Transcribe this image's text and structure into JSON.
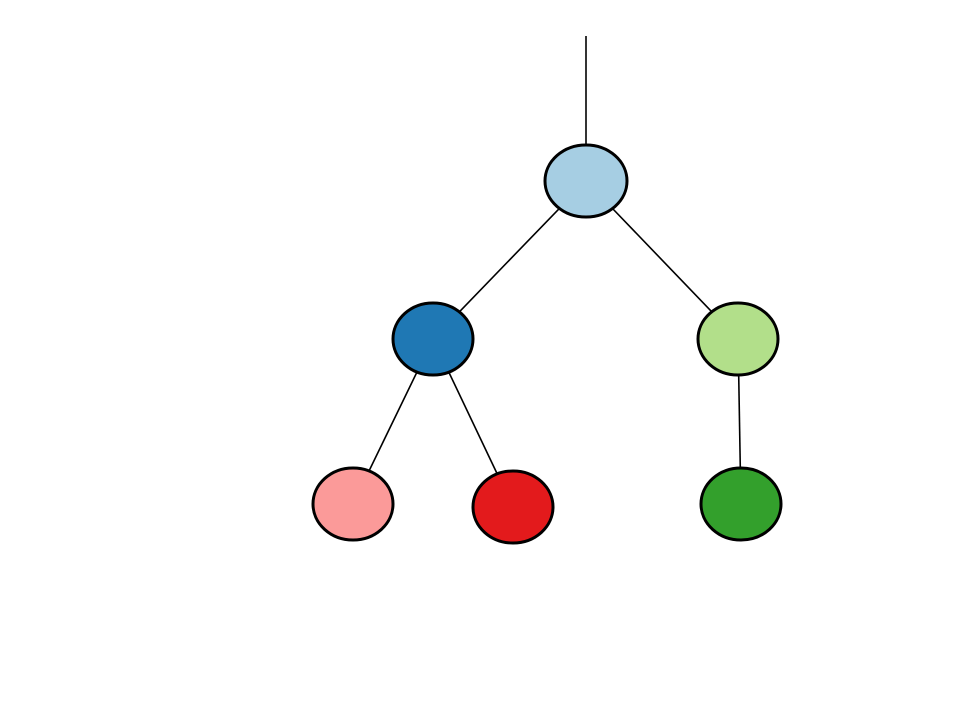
{
  "tree": {
    "root_link": {
      "id": "root-link"
    },
    "nodes": [
      {
        "id": "root",
        "color": "#a6cee3"
      },
      {
        "id": "left-child",
        "color": "#1f78b4"
      },
      {
        "id": "right-child",
        "color": "#b2df8a"
      },
      {
        "id": "left-left-leaf",
        "color": "#fb9a99"
      },
      {
        "id": "left-right-leaf",
        "color": "#e31a1c"
      },
      {
        "id": "right-leaf",
        "color": "#33a02c"
      }
    ],
    "edges": [
      {
        "from": "root",
        "to": "left-child"
      },
      {
        "from": "root",
        "to": "right-child"
      },
      {
        "from": "left-child",
        "to": "left-left-leaf"
      },
      {
        "from": "left-child",
        "to": "left-right-leaf"
      },
      {
        "from": "right-child",
        "to": "right-leaf"
      }
    ]
  }
}
